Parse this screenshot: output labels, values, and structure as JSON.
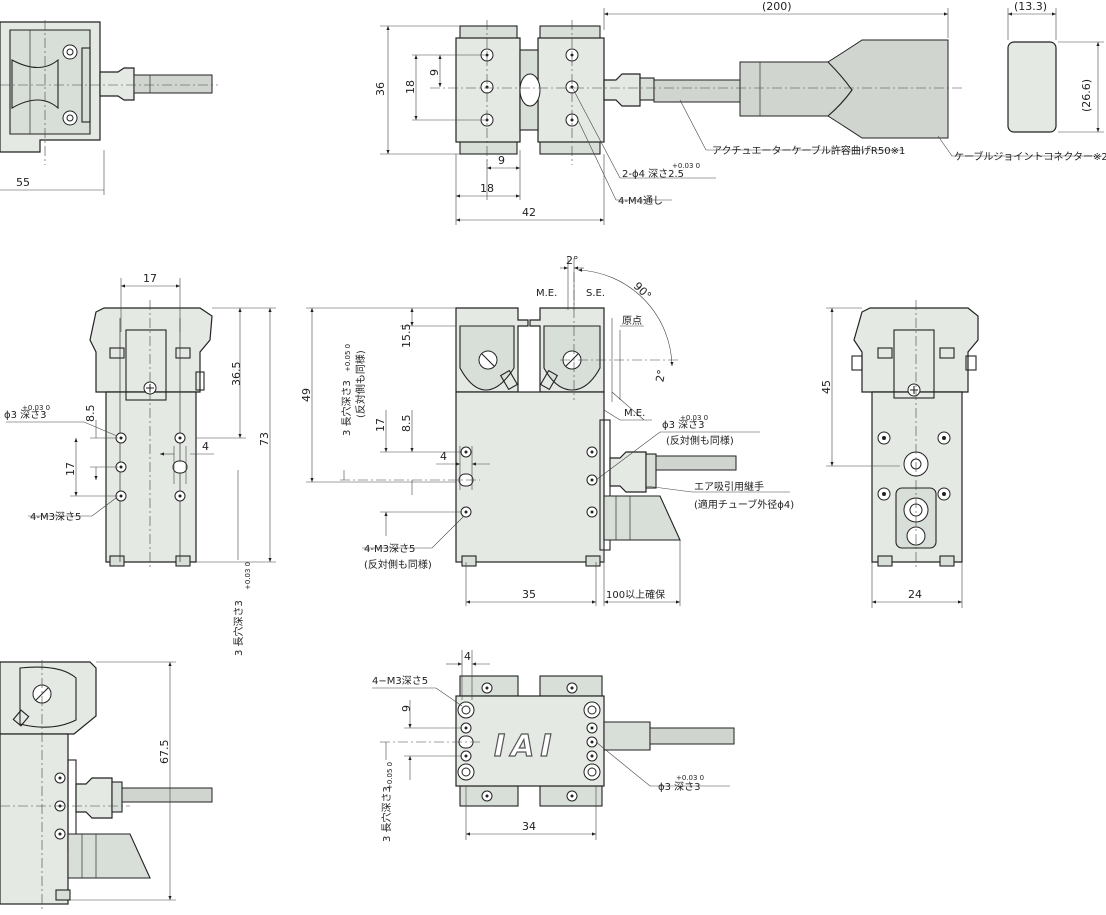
{
  "dimensions": {
    "d55": "55",
    "d200": "(200)",
    "d13_3": "(13.3)",
    "d26_6": "(26.6)",
    "d36": "36",
    "d18v": "18",
    "d9v": "9",
    "d9h": "9",
    "d18h": "18",
    "d42": "42",
    "d17top": "17",
    "d36_5": "36.5",
    "d73": "73",
    "d8_5a": "8.5",
    "d17a": "17",
    "d4a": "4",
    "d2deg": "2°",
    "d90deg": "90°",
    "d2deg_b": "2°",
    "d15_5": "15.5",
    "d49": "49",
    "d17b": "17",
    "d8_5b": "8.5",
    "d4b": "4",
    "d35": "35",
    "d100": "100以上確保",
    "d45": "45",
    "d24": "24",
    "d67_5": "67.5",
    "d4c": "4",
    "d9c": "9",
    "d34": "34"
  },
  "labels": {
    "cable_bend": "アクチュエーターケーブル許容曲げR50※1",
    "cable_joint": "ケーブルジョイントコネクター※2",
    "phi4": "2-ϕ4 深さ2.5",
    "phi4_tol": "+0.03 0",
    "m4": "4-M4通し",
    "me1": "M.E.",
    "se": "S.E.",
    "origin": "原点",
    "me2": "M.E.",
    "phi3_left": "ϕ3 深さ3",
    "phi3_left_tol": "+0.03 0",
    "m3_left": "4-M3深さ5",
    "long_hole_left": "3 長穴深さ3",
    "long_hole_left_tol": "+0.03 0",
    "long_hole_mid": "3 長穴深さ3",
    "long_hole_mid_tol": "+0.05 0",
    "long_hole_mid_note": "(反対側も同様)",
    "phi3_mid": "ϕ3 深さ3",
    "phi3_mid_tol": "+0.03 0",
    "phi3_mid_note": "(反対側も同様)",
    "air_joint": "エア吸引用継手",
    "air_joint_note": "(適用チューブ外径ϕ4)",
    "m3_mid": "4-M3深さ5",
    "m3_mid_note": "(反対側も同様)",
    "m3_bottom": "4−M3深さ5",
    "long_hole_bottom": "3 長穴深さ3",
    "long_hole_bottom_tol": "+0.05 0",
    "phi3_bottom": "ϕ3 深さ3",
    "phi3_bottom_tol": "+0.03 0",
    "logo": "IAI"
  }
}
